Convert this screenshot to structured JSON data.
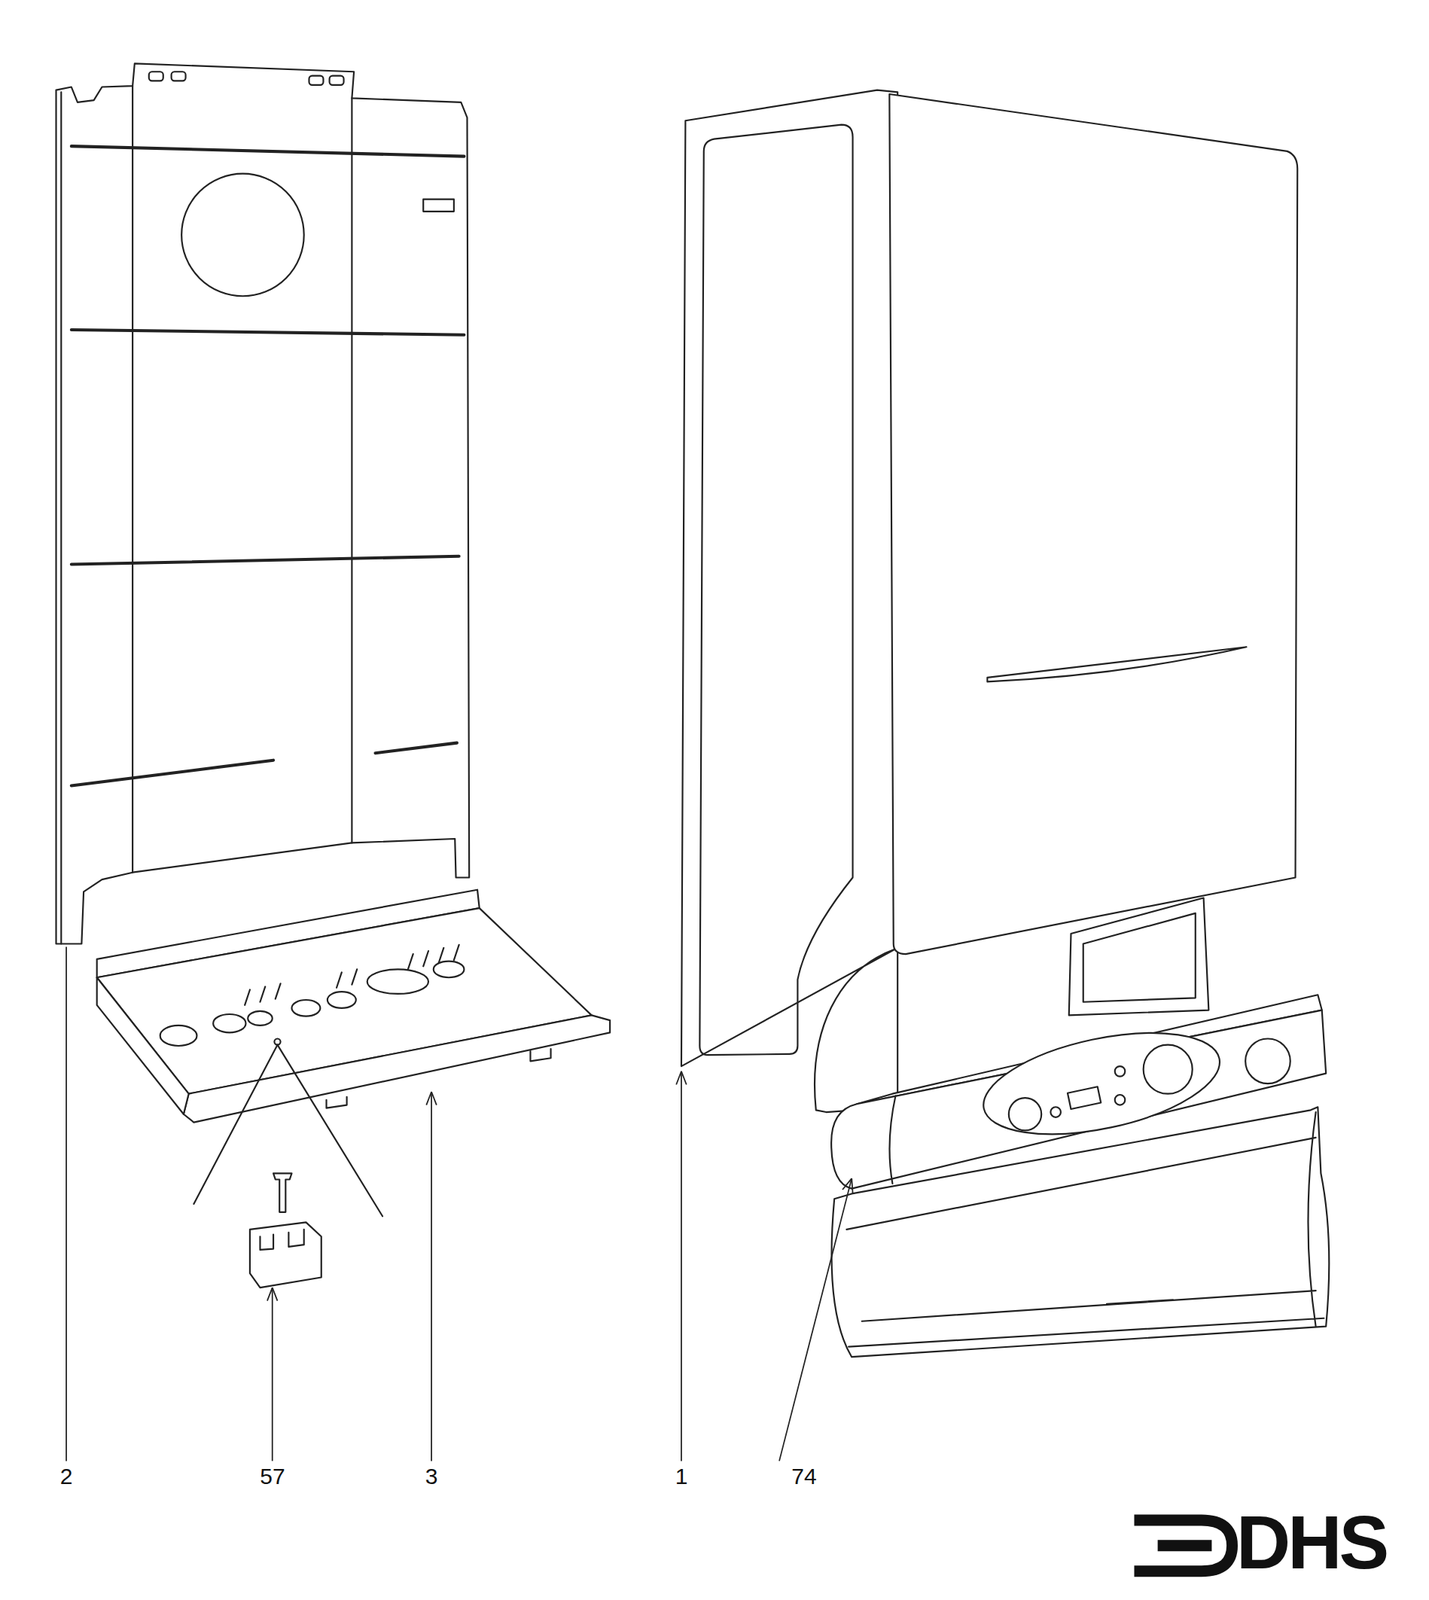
{
  "diagram": {
    "labels": [
      "2",
      "57",
      "3",
      "1",
      "74",
      "DHS"
    ]
  }
}
